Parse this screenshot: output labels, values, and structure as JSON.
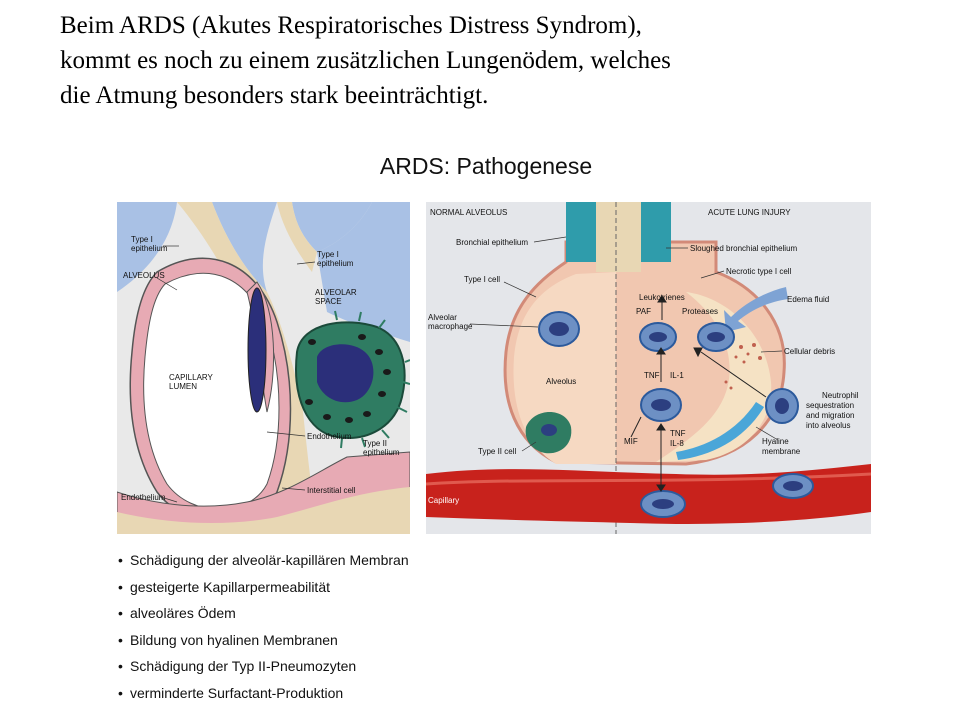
{
  "intro": {
    "line1": "Beim ARDS (Akutes Respiratorisches Distress Syndrom),",
    "line2": "kommt es noch zu einem zusätzlichen Lungenödem, welches",
    "line3": "die Atmung besonders stark beeinträchtigt."
  },
  "figure": {
    "title": "ARDS: Pathogenese",
    "left_labels": {
      "type1_epithelium_a": [
        "Type I",
        "epithelium"
      ],
      "type1_epithelium_b": [
        "Type I",
        "epithelium"
      ],
      "alveolus": "ALVEOLUS",
      "alveolar_space": [
        "ALVEOLAR",
        "SPACE"
      ],
      "capillary_lumen": [
        "CAPILLARY",
        "LUMEN"
      ],
      "type2_epithelium": [
        "Type II",
        "epithelium"
      ],
      "endothelium_a": "Endothelium",
      "endothelium_b": "Endothelium",
      "interstitial_cell": "Interstitial cell"
    },
    "right_labels": {
      "normal_alveolus": "NORMAL ALVEOLUS",
      "acute_lung_injury": "ACUTE LUNG INJURY",
      "bronchial_epithelium": "Bronchial epithelium",
      "sloughed_bronchial_epithelium": "Sloughed bronchial epithelium",
      "necrotic_type1_cell": "Necrotic type I cell",
      "type1_cell": "Type I cell",
      "leukotrienes": "Leukotrienes",
      "edema_fluid": "Edema fluid",
      "paf": "PAF",
      "proteases": "Proteases",
      "alveolar_macrophage": [
        "Alveolar",
        "macrophage"
      ],
      "cellular_debris": "Cellular debris",
      "tnf_a": "TNF",
      "il1": "IL-1",
      "alveolus": "Alveolus",
      "neutrophil": [
        "Neutrophil",
        "sequestration",
        "and migration",
        "into alveolus"
      ],
      "mif": "MIF",
      "tnf_b": "TNF",
      "il8": "IL-8",
      "hyaline_membrane": [
        "Hyaline",
        "membrane"
      ],
      "type2_cell": "Type II cell",
      "capillary": "Capillary"
    }
  },
  "bullets": [
    "Schädigung der alveolär-kapillären Membran",
    "gesteigerte Kapillarpermeabilität",
    "alveoläres Ödem",
    "Bildung von hyalinen Membranen",
    "Schädigung der Typ II-Pneumozyten",
    "verminderte Surfactant-Produktion"
  ],
  "bullet_symbol": "•",
  "colors": {
    "capillary_red": "#c8221c",
    "alveolus_pink": "#f1c7b0",
    "cell_blue": "#2c5a9c",
    "type2_green": "#2f7c62",
    "septum_pink": "#e7aab4",
    "space_blue": "#a9c1e5"
  }
}
